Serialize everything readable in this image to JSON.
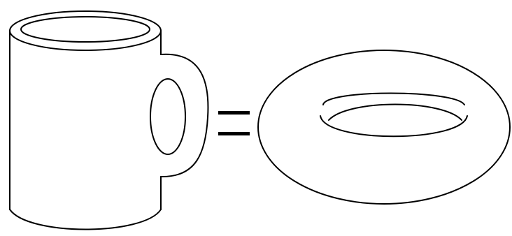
{
  "figure": {
    "background": "#ffffff",
    "stroke_color": "#000000",
    "elements": [
      {
        "name": "coffee-mug",
        "shape": "cylindrical mug with handle"
      },
      {
        "name": "equals-sign",
        "shape": "two horizontal bars"
      },
      {
        "name": "torus",
        "shape": "doughnut ring"
      }
    ]
  }
}
